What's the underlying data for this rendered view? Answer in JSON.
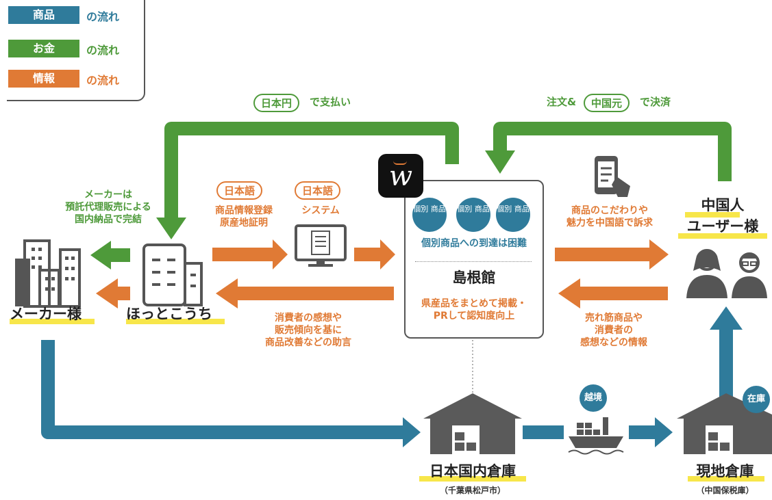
{
  "legend": {
    "goods_chip": "商品",
    "money_chip": "お金",
    "info_chip": "情報",
    "flow_suffix": "の流れ"
  },
  "colors": {
    "goods": "#2f7b9b",
    "money": "#4e9a3a",
    "info": "#e07a35",
    "highlight": "#f7e64a",
    "icon_gray": "#5a5a5a"
  },
  "payment": {
    "yen_pill": "日本円",
    "yen_suffix": "で支払い",
    "order_prefix": "注文&",
    "yuan_pill": "中国元",
    "yuan_suffix": "で決済"
  },
  "nodes": {
    "maker": "メーカー様",
    "hottokouchi": "ほっとこうち",
    "chinese_user_line1": "中国人",
    "chinese_user_line2": "ユーザー様",
    "platform_name": "島根館",
    "jp_warehouse": "日本国内倉庫",
    "jp_warehouse_sub": "（千葉県松戸市）",
    "local_warehouse": "現地倉庫",
    "local_warehouse_sub": "（中国保税庫）"
  },
  "notes": {
    "maker_note": "メーカーは\n預託代理販売による\n国内納品で完結",
    "japanese_pill_1": "日本語",
    "japanese_pill_2": "日本語",
    "product_registration": "商品情報登録\n原産地証明",
    "system": "システム",
    "appeal": "商品のこだわりや\n魅力を中国語で訴求",
    "consumer_feedback": "消費者の感想や\n販売傾向を基に\n商品改善などの助言",
    "bestseller_info": "売れ筋商品や\n消費者の\n感想などの情報"
  },
  "platform": {
    "app_letter": "w",
    "item_circle": "個別\n商品",
    "difficulty": "個別商品への到達は困難",
    "description": "県産品をまとめて掲載・\nPRして認知度向上"
  },
  "badges": {
    "cross_border": "越境",
    "stock": "在庫"
  }
}
